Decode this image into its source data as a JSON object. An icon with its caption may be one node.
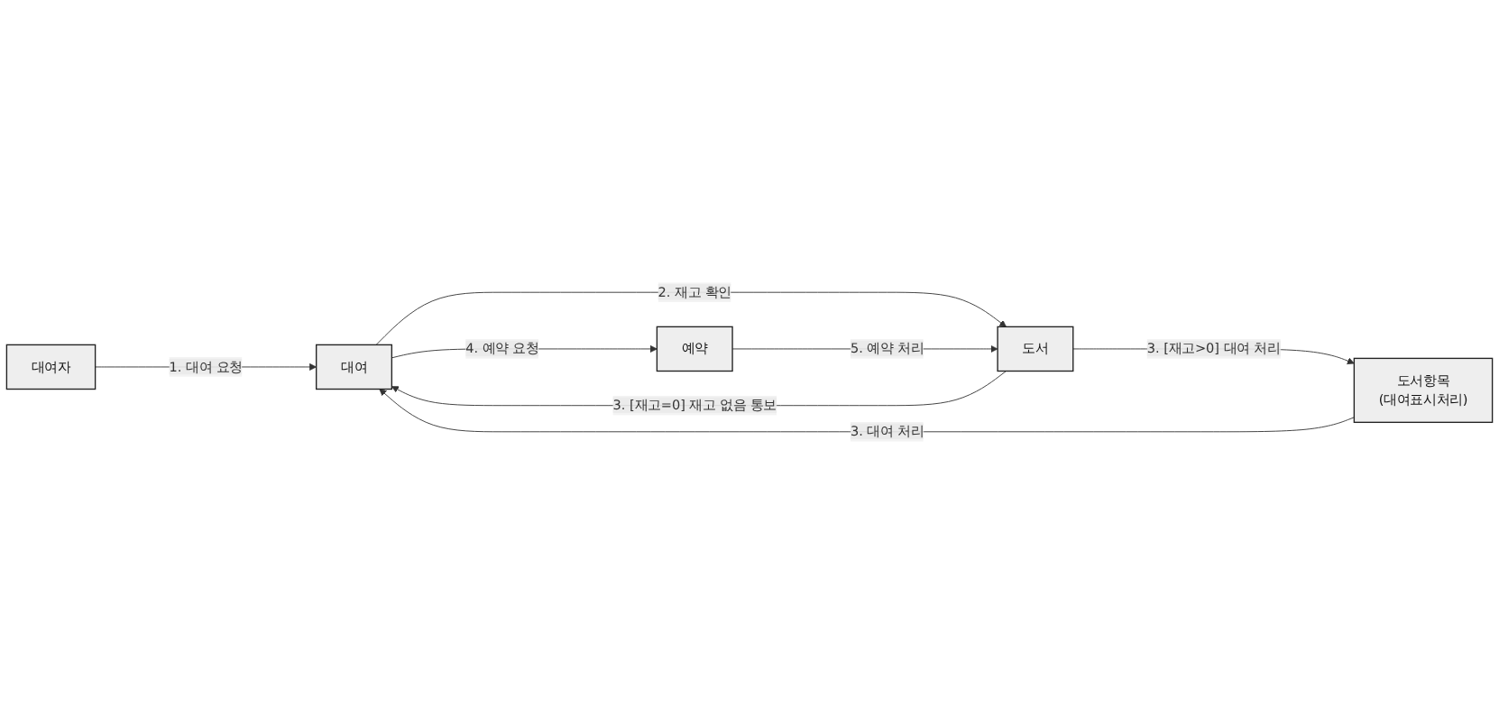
{
  "diagram": {
    "nodes": [
      {
        "text": [
          "대여자"
        ]
      },
      {
        "text": [
          "대여"
        ]
      },
      {
        "text": [
          "예약"
        ]
      },
      {
        "text": [
          "도서"
        ]
      },
      {
        "text": [
          "도서항목",
          "(대여표시처리)"
        ]
      }
    ],
    "edges": [
      {
        "from": 0,
        "to": 1,
        "arrow": "to",
        "label": "1. 대여 요청"
      },
      {
        "from": 1,
        "to": 3,
        "arrow": "to",
        "label": "2. 재고 확인"
      },
      {
        "from": 3,
        "to": 1,
        "arrow": "to",
        "label": "3. [재고=0] 재고 없음 통보"
      },
      {
        "from": 3,
        "to": 4,
        "arrow": "to",
        "label": "3. [재고>0] 대여 처리"
      },
      {
        "from": 4,
        "to": 1,
        "arrow": "to",
        "label": "3. 대여 처리"
      },
      {
        "from": 1,
        "to": 2,
        "arrow": "to",
        "label": "4. 예약 요청"
      },
      {
        "from": 2,
        "to": 3,
        "arrow": "to",
        "label": "5. 예약 처리"
      }
    ]
  }
}
